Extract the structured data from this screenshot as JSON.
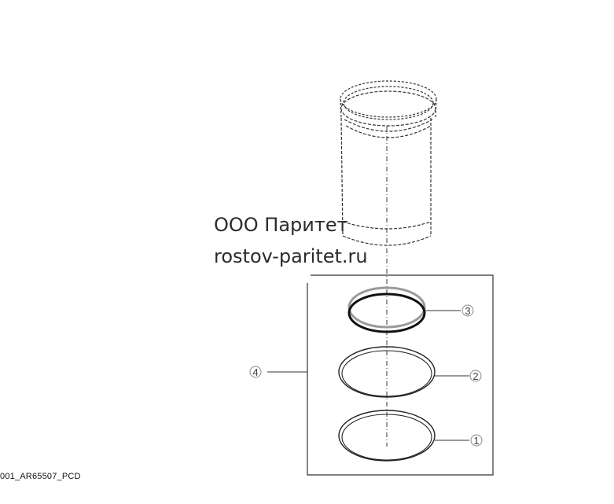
{
  "watermark": {
    "company": "ООО Паритет",
    "website": "rostov-paritet.ru"
  },
  "drawing_id": "001_AR65507_PCD",
  "callouts": [
    {
      "label": "1",
      "part": "lower-seal-ring"
    },
    {
      "label": "2",
      "part": "middle-seal-ring"
    },
    {
      "label": "3",
      "part": "upper-packing-ring"
    },
    {
      "label": "4",
      "part": "seal-kit"
    }
  ],
  "colors": {
    "line": "#333333",
    "ring_gray": "#9a9a9a",
    "ring_dark": "#111111"
  }
}
